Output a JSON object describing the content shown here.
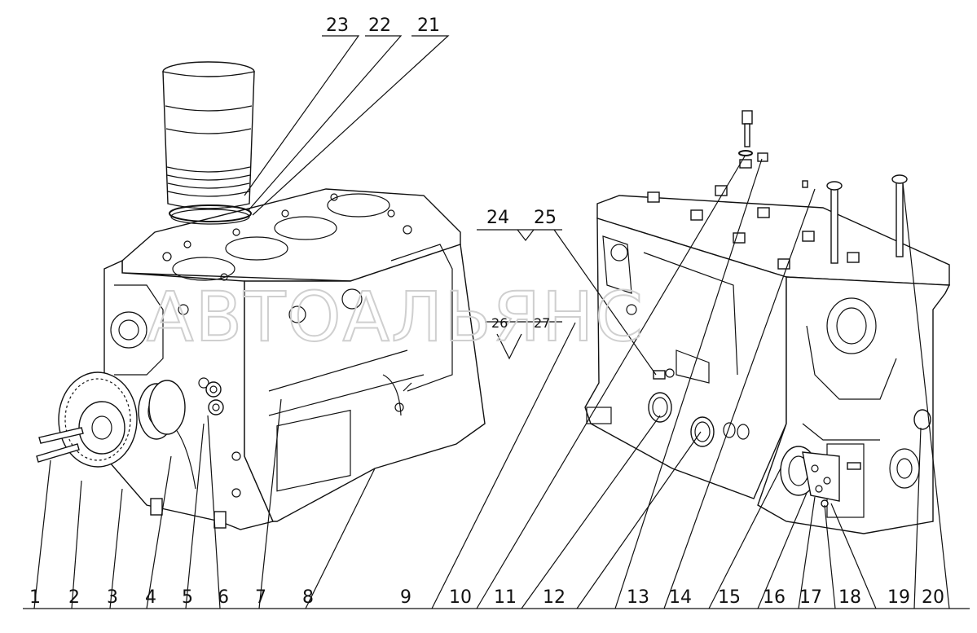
{
  "watermark": "АВТОАЛЬЯНС",
  "callouts_bottom": [
    "1",
    "2",
    "3",
    "4",
    "5",
    "6",
    "7",
    "8",
    "9",
    "10",
    "11",
    "12",
    "13",
    "14",
    "15",
    "16",
    "17",
    "18",
    "19",
    "20"
  ],
  "callouts_top": [
    "23",
    "22",
    "21"
  ],
  "callouts_mid": [
    "24",
    "25"
  ],
  "callouts_small": [
    "26",
    "27"
  ]
}
